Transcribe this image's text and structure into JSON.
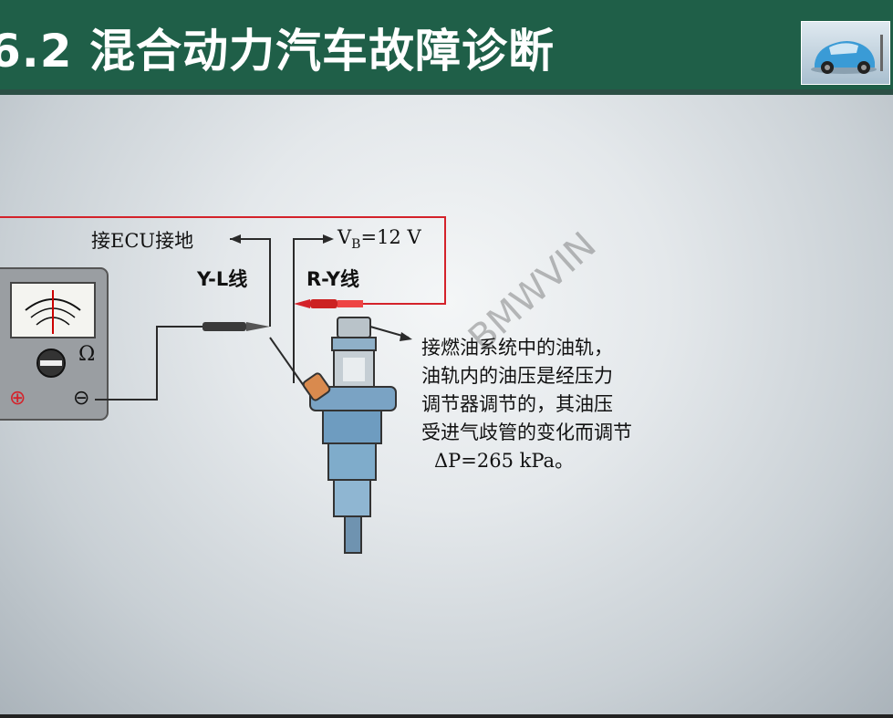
{
  "header": {
    "title": "6.2 混合动力汽车故障诊断"
  },
  "thumbnail": {
    "icon": "car-icon"
  },
  "diagram": {
    "label_ecu": "接ECU接地",
    "label_vb_main": "V",
    "label_vb_sub": "B",
    "label_vb_value": "=12 V",
    "label_yl": "Y-L线",
    "label_ry": "R-Y线",
    "ohm_symbol": "Ω",
    "plus_symbol": "⊕",
    "minus_symbol": "⊖",
    "note_lines": [
      "接燃油系统中的油轨，",
      "油轨内的油压是经压力",
      "调节器调节的，其油压",
      "受进气歧管的变化而调节",
      "ΔP=265 kPa。"
    ],
    "watermark": "BMWVIN"
  },
  "colors": {
    "header_bg": "#1f5f48",
    "wire_red": "#d4222a",
    "wire_dark": "#2a2a2a"
  }
}
